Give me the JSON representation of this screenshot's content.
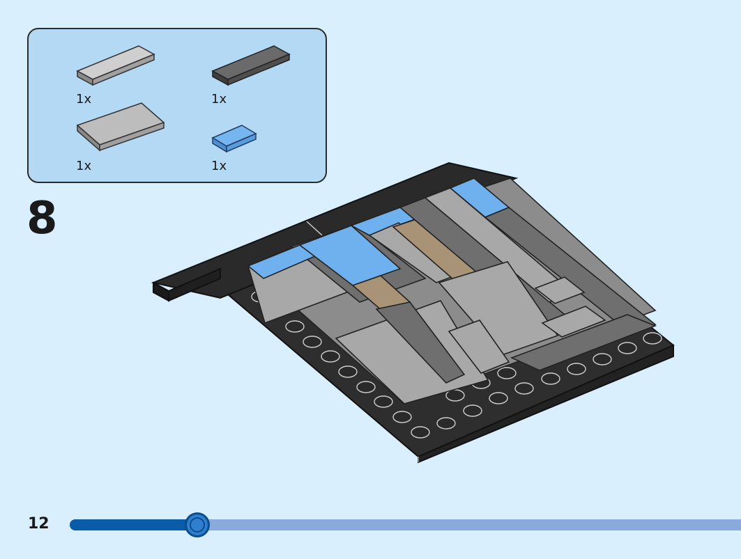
{
  "parts": [
    {
      "qty": "1x",
      "color": "#a9a9a9",
      "shape": "tile-1x4"
    },
    {
      "qty": "1x",
      "color": "#5e5e5e",
      "shape": "tile-1x4"
    },
    {
      "qty": "1x",
      "color": "#a9a9a9",
      "shape": "tile-2x4"
    },
    {
      "qty": "1x",
      "color": "#6fb0ee",
      "shape": "tile-1x2"
    }
  ],
  "step_number": "8",
  "page_number": "12",
  "progress": {
    "fraction": 0.19
  },
  "colors": {
    "background": "#d9effd",
    "parts_box": "#b3d9f5",
    "plate": "#2e2e2e",
    "light_gray": "#a9a9a9",
    "dark_gray": "#676767",
    "tan": "#a99376",
    "medium_blue": "#6fb0ee"
  }
}
